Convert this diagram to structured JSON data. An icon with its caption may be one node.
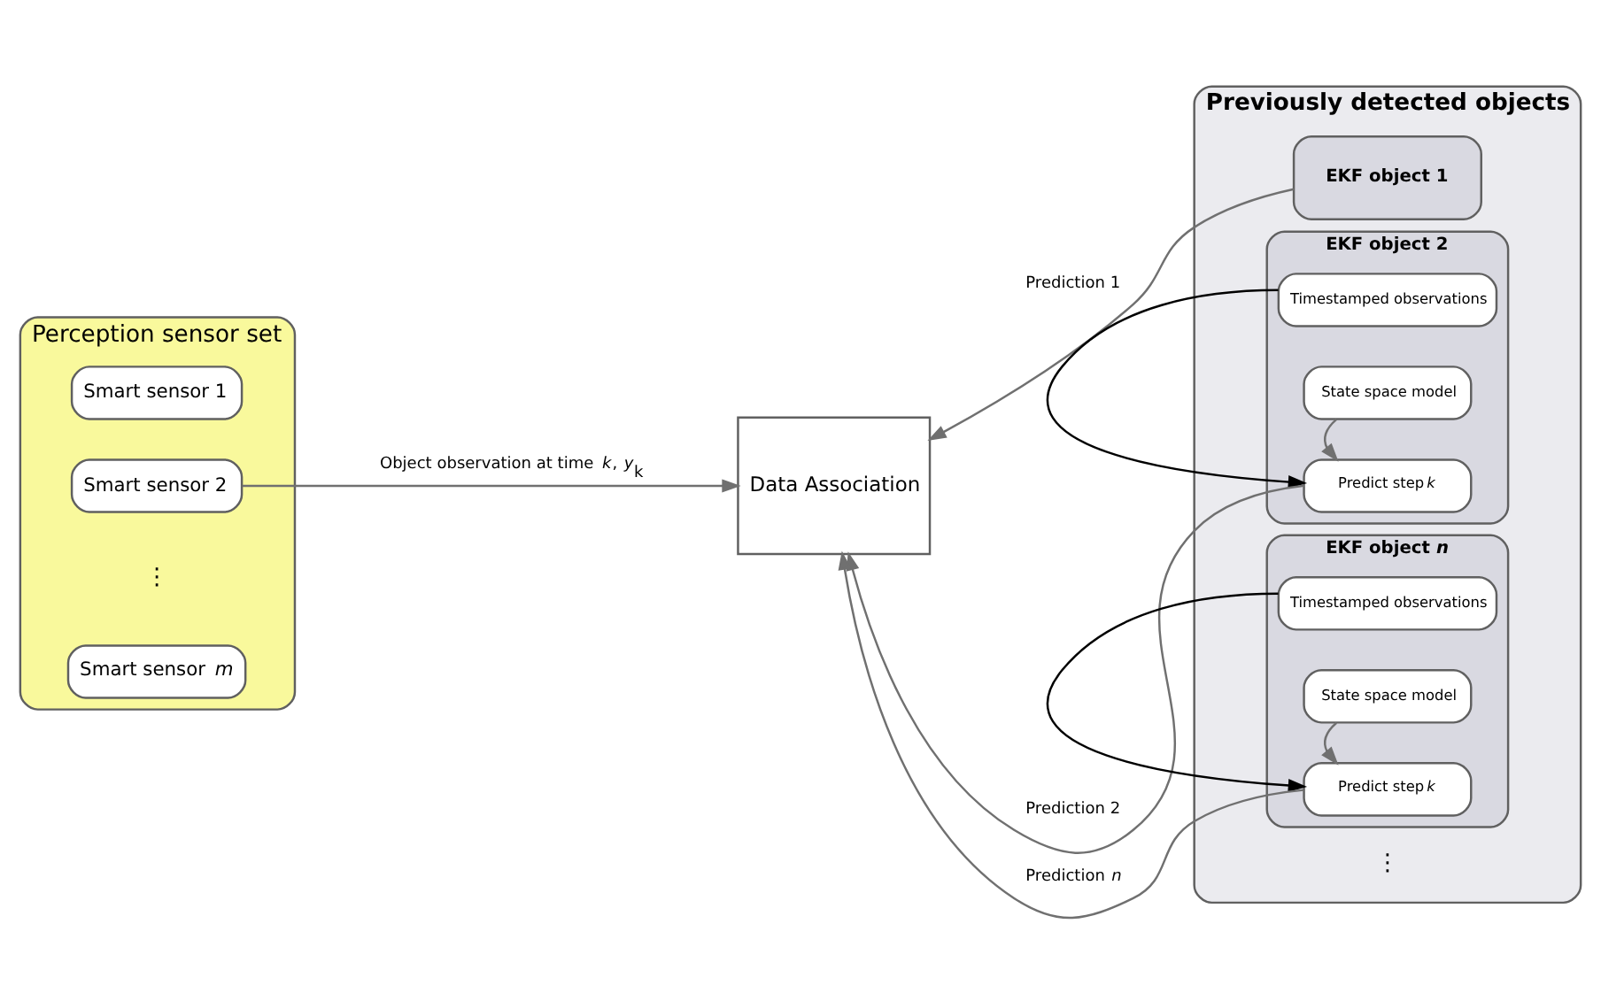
{
  "diagram": {
    "nodes": [
      {
        "text": [
          "Perception sensor set"
        ]
      },
      {
        "text": [
          "Smart sensor 1"
        ],
        "in": 0
      },
      {
        "text": [
          "Smart sensor 2"
        ],
        "in": 0
      },
      {
        "text": [
          "Smart sensor *m*"
        ],
        "in": 0
      },
      {
        "text": [
          "Data Association"
        ]
      },
      {
        "text": [
          "Previously detected objects"
        ]
      },
      {
        "text": [
          "EKF object 1"
        ],
        "in": 5
      },
      {
        "text": [
          "EKF object 2"
        ],
        "in": 5
      },
      {
        "text": [
          "Timestamped observations"
        ],
        "in": 7
      },
      {
        "text": [
          "State space model"
        ],
        "in": 7
      },
      {
        "text": [
          "Predict step *k*"
        ],
        "in": 7
      },
      {
        "text": [
          "EKF object *n*"
        ],
        "in": 5
      },
      {
        "text": [
          "Timestamped observations"
        ],
        "in": 11
      },
      {
        "text": [
          "State space model"
        ],
        "in": 11
      },
      {
        "text": [
          "Predict step *k*"
        ],
        "in": 11
      }
    ],
    "edges": [
      {
        "from": 2,
        "to": 4,
        "arrow": "to",
        "label": "Object observation at time *k*, *y*$_{k}$"
      },
      {
        "from": 6,
        "to": 4,
        "arrow": "to",
        "label": "Prediction 1"
      },
      {
        "from": 10,
        "to": 4,
        "arrow": "to",
        "label": "Prediction 2"
      },
      {
        "from": 8,
        "to": 10,
        "arrow": "to",
        "color": "#000000"
      },
      {
        "from": 9,
        "to": 10,
        "arrow": "to"
      },
      {
        "from": 14,
        "to": 4,
        "arrow": "to",
        "label": "Prediction *n*"
      },
      {
        "from": 12,
        "to": 14,
        "arrow": "to",
        "color": "#000000"
      },
      {
        "from": 13,
        "to": 14,
        "arrow": "to"
      }
    ],
    "labels": [
      "⋮",
      "⋮"
    ]
  }
}
